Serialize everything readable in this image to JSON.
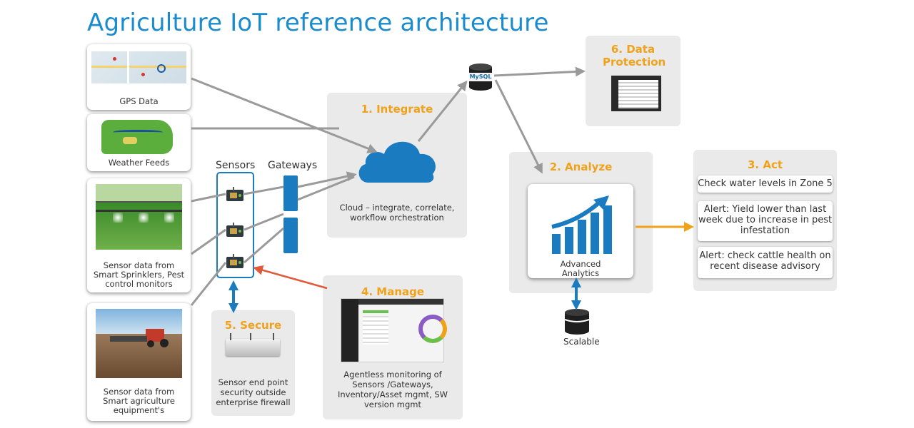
{
  "title": "Agriculture IoT reference architecture",
  "sources": {
    "gps": "GPS Data",
    "weather": "Weather Feeds",
    "sprinklers": "Sensor data from Smart Sprinklers, Pest control monitors",
    "equipment": "Sensor data from Smart agriculture equipment's"
  },
  "labels": {
    "sensors": "Sensors",
    "gateways": "Gateways",
    "mysql": "MySQL",
    "scalable": "Scalable"
  },
  "integrate": {
    "title": "1. Integrate",
    "text": "Cloud – integrate, correlate, workflow orchestration"
  },
  "analyze": {
    "title": "2. Analyze",
    "text": "Advanced Analytics"
  },
  "act": {
    "title": "3. Act",
    "items": [
      "Check water levels in Zone 5",
      "Alert: Yield lower than last week due to increase in pest infestation",
      "Alert: check cattle health on recent disease advisory"
    ]
  },
  "manage": {
    "title": "4. Manage",
    "text": "Agentless monitoring of Sensors /Gateways, Inventory/Asset mgmt, SW version mgmt"
  },
  "secure": {
    "title": "5. Secure",
    "text": "Sensor end point security outside enterprise firewall"
  },
  "protection": {
    "title": "6. Data Protection"
  },
  "colors": {
    "title": "#1a8cce",
    "accent": "#f0a21a",
    "blue": "#1a7bc0",
    "arrow": "#9a9a9a",
    "red_arrow": "#e05a3a",
    "panel": "#eaeaea"
  }
}
